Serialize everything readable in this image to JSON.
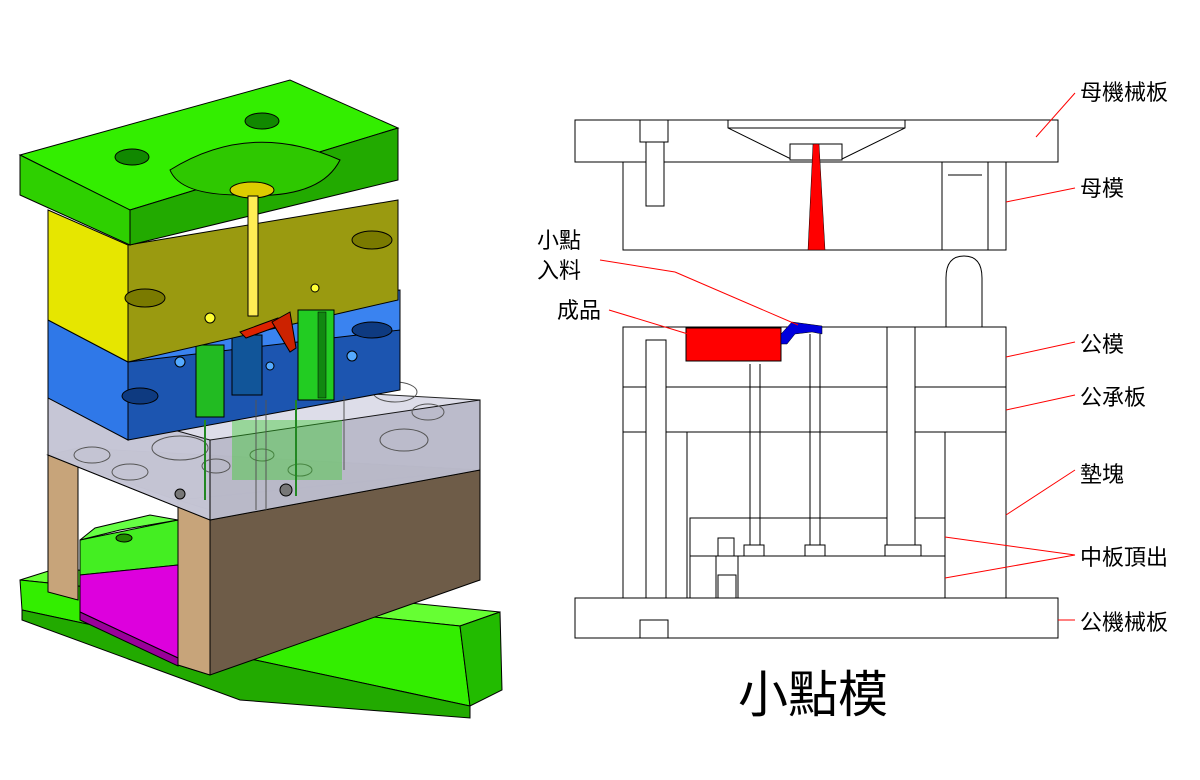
{
  "title": "小點模",
  "labels": {
    "top_clamp_plate": "母機械板",
    "cavity_plate": "母模",
    "pin_point_gate_line1": "小點",
    "pin_point_gate_line2": "入料",
    "molded_part": "成品",
    "core_plate": "公模",
    "support_plate": "公承板",
    "spacer_block": "墊塊",
    "ejector_plates": "中板頂出",
    "bottom_clamp_plate": "公機械板"
  },
  "colors": {
    "top_plate": "#33ee00",
    "cavity_block": "#e6e600",
    "core_block": "#2f78e8",
    "transparent_block": "#ccccdd",
    "spacer": "#6e5c48",
    "spacer_side": "#c7a47a",
    "ejector_magenta": "#dd00dd",
    "sprue_red": "#ff0000",
    "gate_blue": "#0000dd",
    "leader_red": "#ff0000"
  }
}
